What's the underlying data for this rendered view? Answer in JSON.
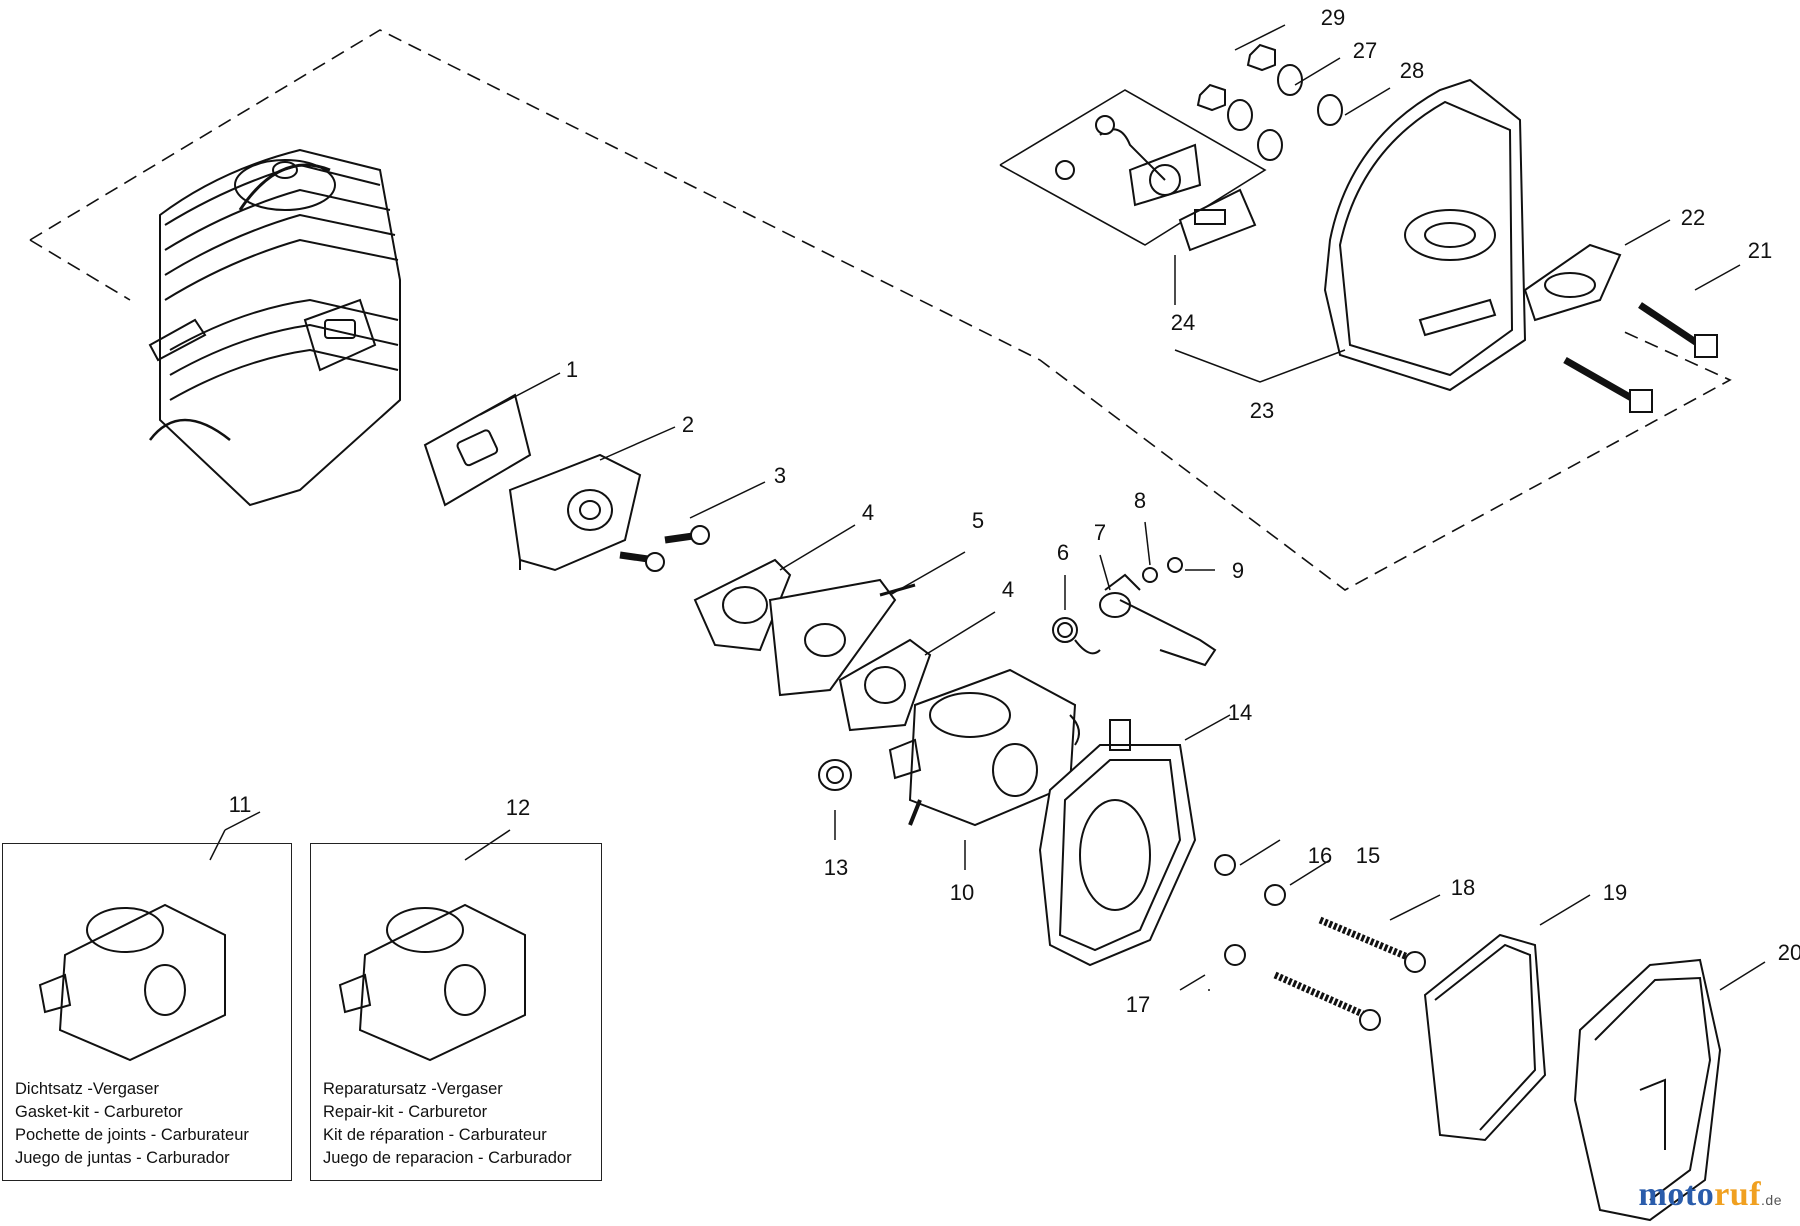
{
  "callouts": [
    "1",
    "2",
    "3",
    "4",
    "5",
    "4",
    "6",
    "7",
    "8",
    "9",
    "10",
    "11",
    "12",
    "13",
    "14",
    "15",
    "16",
    "17",
    "18",
    "19",
    "20",
    "21",
    "22",
    "23",
    "24",
    "27",
    "28",
    "29"
  ],
  "kits": [
    {
      "number": "11",
      "lines": [
        "Dichtsatz -Vergaser",
        "Gasket-kit - Carburetor",
        "Pochette de joints - Carburateur",
        "Juego de juntas - Carburador"
      ]
    },
    {
      "number": "12",
      "lines": [
        "Reparatursatz -Vergaser",
        "Repair-kit - Carburetor",
        "Kit de réparation - Carburateur",
        "Juego de reparacion - Carburador"
      ]
    }
  ],
  "watermark": {
    "part1": "moto",
    "part2": "ruf",
    "part3": ".de"
  }
}
